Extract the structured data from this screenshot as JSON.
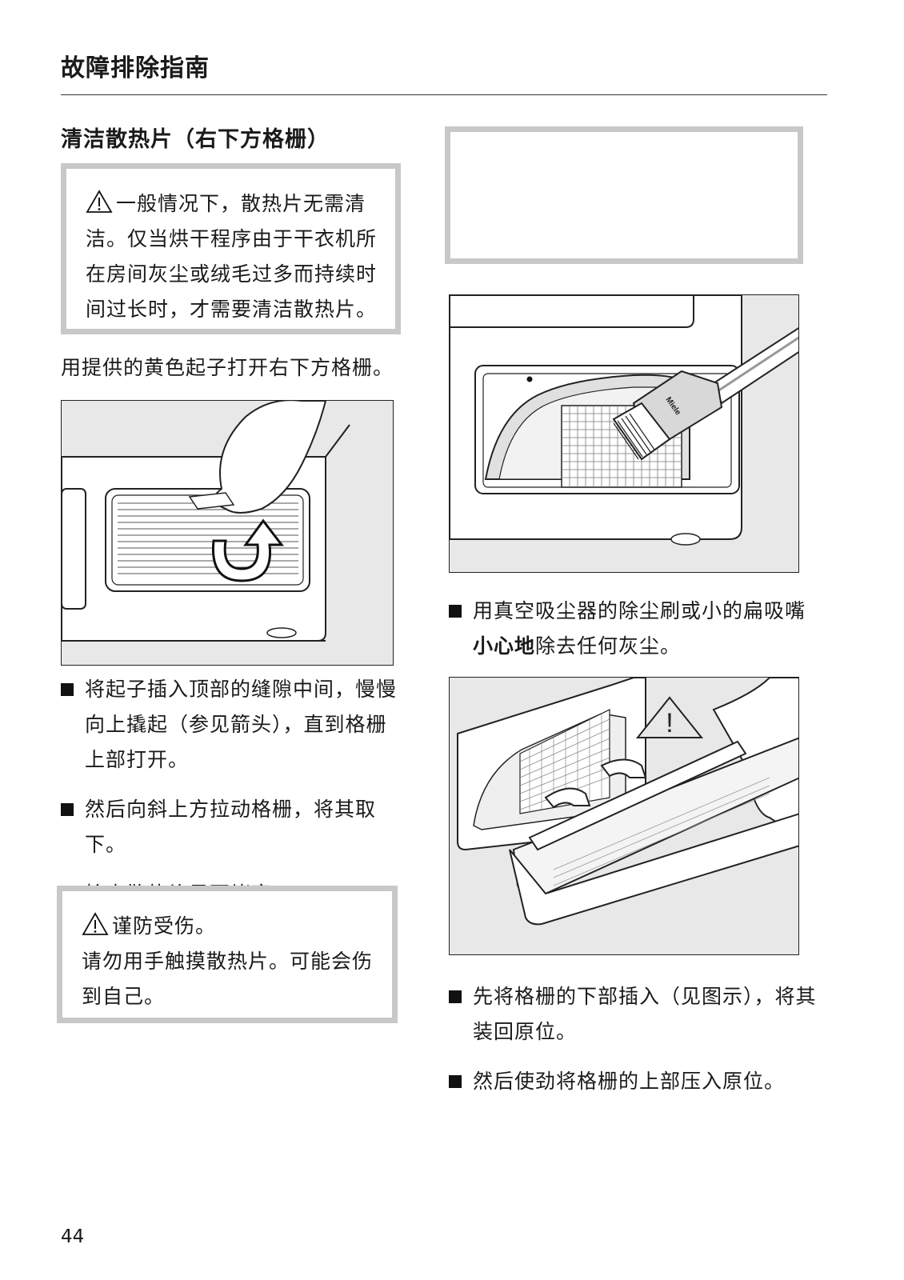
{
  "header": {
    "title": "故障排除指南"
  },
  "section": {
    "title": "清洁散热片（右下方格栅）"
  },
  "note1": {
    "text": "一般情况下，散热片无需清洁。仅当烘干程序由于干衣机所在房间灰尘或绒毛过多而持续时间过长时，才需要清洁散热片。"
  },
  "intro": {
    "text": "用提供的黄色起子打开右下方格栅。"
  },
  "steps_left": [
    "将起子插入顶部的缝隙中间，慢慢向上撬起（参见箭头），直到格栅上部打开。",
    "然后向斜上方拉动格栅，将其取下。",
    "检查散热片是否堵塞。"
  ],
  "note2": {
    "line1": "谨防受伤。",
    "line2": "请勿用手触摸散热片。可能会伤到自己。"
  },
  "steps_right": {
    "clean_bold": "小心地",
    "clean_pre": "用真空吸尘器的除尘刷或小的扁吸嘴",
    "clean_post": "除去任何灰尘。",
    "insert": "先将格栅的下部插入（见图示），将其装回原位。",
    "press": "然后使劲将格栅的上部压入原位。"
  },
  "figure_labels": {
    "brush_brand": "Miele"
  },
  "warning_symbol": "!",
  "page_number": "44",
  "colors": {
    "note_border": "#c8c8c8",
    "figure_bg": "#e8e8e8"
  }
}
